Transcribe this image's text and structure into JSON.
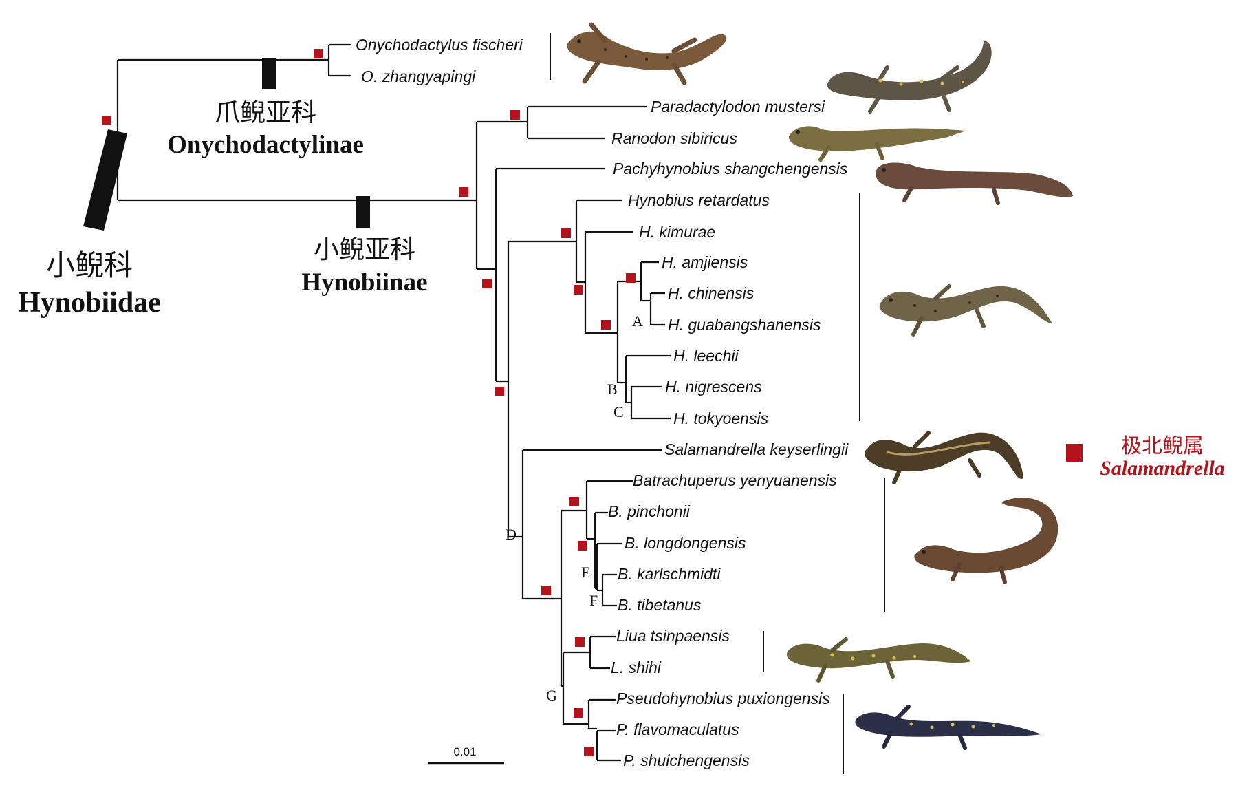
{
  "family": {
    "name_cn": "小鲵科",
    "name_latin": "Hynobiidae"
  },
  "subfamilies": [
    {
      "key": "onychodactylinae",
      "name_cn": "爪鲵亚科",
      "name_latin": "Onychodactylinae"
    },
    {
      "key": "hynobiinae",
      "name_cn": "小鲵亚科",
      "name_latin": "Hynobiinae"
    }
  ],
  "taxa": [
    "Onychodactylus fischeri",
    "O. zhangyapingi",
    "Paradactylodon mustersi",
    "Ranodon sibiricus",
    "Pachyhynobius shangchengensis",
    "Hynobius retardatus",
    "H. kimurae",
    "H. amjiensis",
    "H. chinensis",
    "H. guabangshanensis",
    "H. leechii",
    "H. nigrescens",
    "H. tokyoensis",
    "Salamandrella keyserlingii",
    "Batrachuperus yenyuanensis",
    "B. pinchonii",
    "B. longdongensis",
    "B. karlschmidti",
    "B. tibetanus",
    "Liua tsinpaensis",
    "L. shihi",
    "Pseudohynobius puxiongensis",
    "P. flavomaculatus",
    "P. shuichengensis"
  ],
  "node_labels": [
    "A",
    "B",
    "C",
    "D",
    "E",
    "F",
    "G"
  ],
  "scale_bar": {
    "label": "0.01"
  },
  "legend": {
    "name_cn": "极北鲵属",
    "name_latin": "Salamandrella"
  },
  "colors": {
    "marker": "#b3141b",
    "line": "#111111"
  },
  "photos": [
    "onychodactylus-salamander",
    "paradactylodon-salamander",
    "ranodon-salamander",
    "pachyhynobius-salamander",
    "hynobius-salamander",
    "salamandrella-salamander",
    "batrachuperus-salamander",
    "liua-salamander",
    "pseudohynobius-salamander"
  ]
}
